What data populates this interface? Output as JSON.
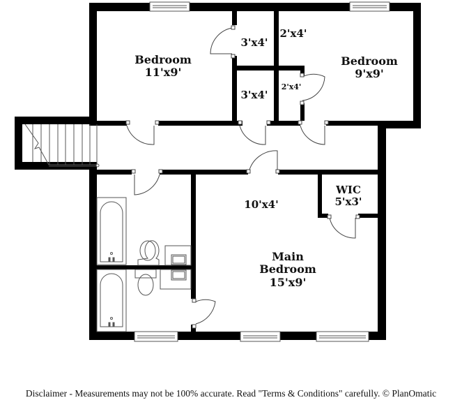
{
  "plan": {
    "rooms": [
      {
        "id": "bedroom-1",
        "name": "Bedroom",
        "dims": "11'x9'"
      },
      {
        "id": "bedroom-2",
        "name": "Bedroom",
        "dims": "9'x9'"
      },
      {
        "id": "closet-a",
        "name": "",
        "dims": "3'x4'"
      },
      {
        "id": "closet-b",
        "name": "",
        "dims": "2'x4'"
      },
      {
        "id": "closet-c",
        "name": "",
        "dims": "3'x4'"
      },
      {
        "id": "closet-d",
        "name": "",
        "dims": "2'x4'"
      },
      {
        "id": "hall",
        "name": "",
        "dims": "10'x4'"
      },
      {
        "id": "wic",
        "name": "WIC",
        "dims": "5'x3'"
      },
      {
        "id": "main-bedroom",
        "name": "Main Bedroom",
        "name_line1": "Main",
        "name_line2": "Bedroom",
        "dims": "15'x9'"
      }
    ],
    "fixtures": [
      "staircase",
      "bathtub",
      "bathtub",
      "toilet",
      "toilet",
      "sink",
      "sink"
    ],
    "wall_color": "#000000",
    "background": "#ffffff"
  },
  "footer": {
    "disclaimer": "Disclaimer - Measurements may not be 100% accurate. Read \"Terms & Conditions\" carefully. © PlanOmatic"
  }
}
